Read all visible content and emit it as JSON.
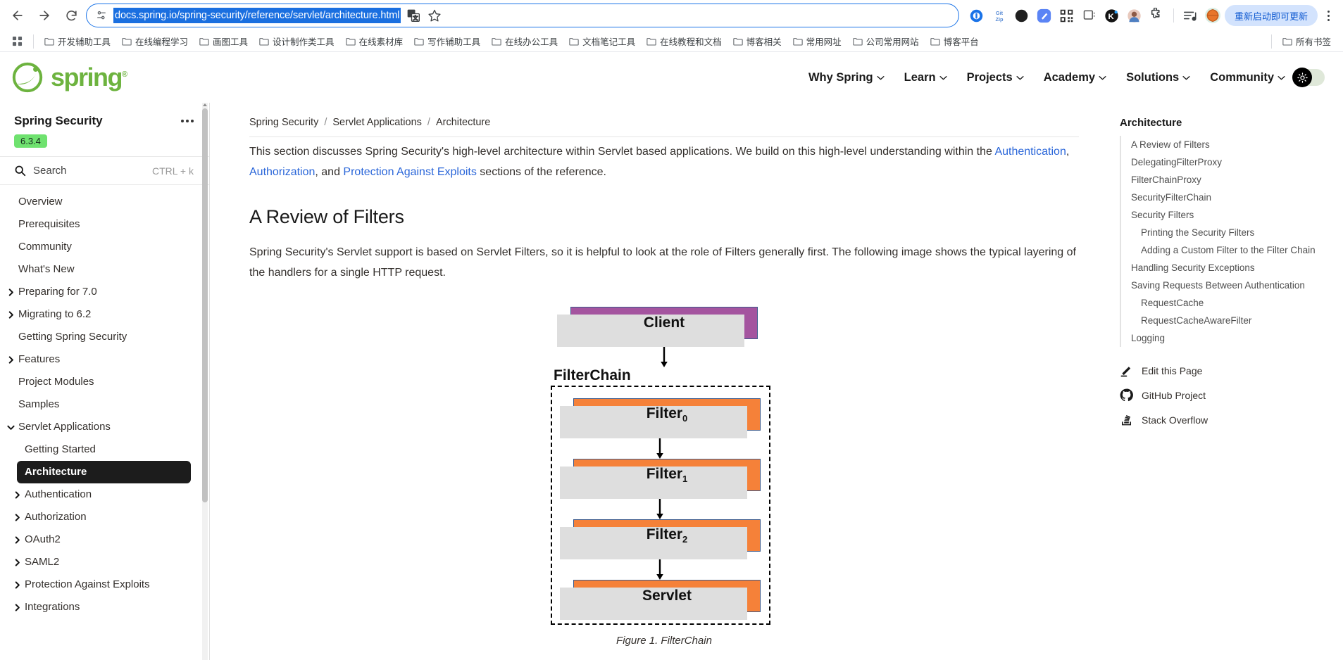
{
  "browser": {
    "back_icon": "back-arrow-icon",
    "forward_icon": "forward-arrow-icon",
    "reload_icon": "reload-icon",
    "site_info_icon": "page-settings-icon",
    "url": "docs.spring.io/spring-security/reference/servlet/architecture.html",
    "translate_icon": "translate-icon",
    "bookmark_icon": "star-icon",
    "extensions": [
      {
        "name": "extension-infinity",
        "glyph": "◉",
        "color": "#1a73e8"
      },
      {
        "name": "extension-gitzip",
        "glyph": "Git\nZip",
        "color": "#5b8dd6"
      },
      {
        "name": "extension-moon",
        "glyph": "◐",
        "color": "#1f1f1f"
      },
      {
        "name": "extension-blue-pen",
        "glyph": "✎",
        "color": "#ffffff"
      },
      {
        "name": "extension-qrcode",
        "glyph": "▤",
        "color": "#2b2b2b"
      },
      {
        "name": "extension-window",
        "glyph": "❐",
        "color": "#555555"
      },
      {
        "name": "extension-k-badge",
        "glyph": "K",
        "color": "#ffffff"
      },
      {
        "name": "extension-avatar",
        "glyph": "◕",
        "color": "#c08b7a"
      },
      {
        "name": "extension-puzzle",
        "glyph": "⬡",
        "color": "#3c4043"
      }
    ],
    "media_icon": "media-list-icon",
    "profile_icon": "profile-avatar-icon",
    "update_button": "重新启动即可更新",
    "menu_icon": "three-dot-menu-icon"
  },
  "bookmarks": {
    "apps_icon": "apps-grid-icon",
    "items": [
      "开发辅助工具",
      "在线编程学习",
      "画图工具",
      "设计制作类工具",
      "在线素材库",
      "写作辅助工具",
      "在线办公工具",
      "文档笔记工具",
      "在线教程和文档",
      "博客相关",
      "常用网址",
      "公司常用网站",
      "博客平台"
    ],
    "all_bookmarks": "所有书签"
  },
  "site_header": {
    "logo_text": "spring",
    "logo_mark": "spring-leaf-icon",
    "nav": [
      "Why Spring",
      "Learn",
      "Projects",
      "Academy",
      "Solutions",
      "Community"
    ],
    "theme_toggle_icon": "sun-theme-toggle-icon"
  },
  "left_nav": {
    "title": "Spring Security",
    "version": "6.3.4",
    "more_icon": "ellipsis-icon",
    "search_placeholder": "Search",
    "search_shortcut": "CTRL + k",
    "items": [
      {
        "label": "Overview",
        "level": 1,
        "expandable": false,
        "active": false
      },
      {
        "label": "Prerequisites",
        "level": 1,
        "expandable": false,
        "active": false
      },
      {
        "label": "Community",
        "level": 1,
        "expandable": false,
        "active": false
      },
      {
        "label": "What's New",
        "level": 1,
        "expandable": false,
        "active": false
      },
      {
        "label": "Preparing for 7.0",
        "level": 1,
        "expandable": true,
        "expanded": false,
        "active": false
      },
      {
        "label": "Migrating to 6.2",
        "level": 1,
        "expandable": true,
        "expanded": false,
        "active": false
      },
      {
        "label": "Getting Spring Security",
        "level": 1,
        "expandable": false,
        "active": false
      },
      {
        "label": "Features",
        "level": 1,
        "expandable": true,
        "expanded": false,
        "active": false
      },
      {
        "label": "Project Modules",
        "level": 1,
        "expandable": false,
        "active": false
      },
      {
        "label": "Samples",
        "level": 1,
        "expandable": false,
        "active": false
      },
      {
        "label": "Servlet Applications",
        "level": 1,
        "expandable": true,
        "expanded": true,
        "active": false
      },
      {
        "label": "Getting Started",
        "level": 2,
        "expandable": false,
        "active": false
      },
      {
        "label": "Architecture",
        "level": 2,
        "expandable": false,
        "active": true
      },
      {
        "label": "Authentication",
        "level": 2,
        "expandable": true,
        "expanded": false,
        "active": false
      },
      {
        "label": "Authorization",
        "level": 2,
        "expandable": true,
        "expanded": false,
        "active": false
      },
      {
        "label": "OAuth2",
        "level": 2,
        "expandable": true,
        "expanded": false,
        "active": false
      },
      {
        "label": "SAML2",
        "level": 2,
        "expandable": true,
        "expanded": false,
        "active": false
      },
      {
        "label": "Protection Against Exploits",
        "level": 2,
        "expandable": true,
        "expanded": false,
        "active": false
      },
      {
        "label": "Integrations",
        "level": 2,
        "expandable": true,
        "expanded": false,
        "active": false
      }
    ]
  },
  "main": {
    "breadcrumb": [
      "Spring Security",
      "Servlet Applications",
      "Architecture"
    ],
    "breadcrumb_sep": "/",
    "intro_pre": "This section discusses Spring Security's high-level architecture within Servlet based applications. We build on this high-level understanding within the ",
    "intro_link1": "Authentication",
    "intro_mid1": ", ",
    "intro_link2": "Authorization",
    "intro_mid2": ", and ",
    "intro_link3": "Protection Against Exploits",
    "intro_post": " sections of the reference.",
    "heading": "A Review of Filters",
    "paragraph": "Spring Security's Servlet support is based on Servlet Filters, so it is helpful to look at the role of Filters generally first. The following image shows the typical layering of the handlers for a single HTTP request.",
    "figure": {
      "client_label": "Client",
      "chain_label": "FilterChain",
      "filters": [
        {
          "name": "Filter",
          "index": "0"
        },
        {
          "name": "Filter",
          "index": "1"
        },
        {
          "name": "Filter",
          "index": "2"
        }
      ],
      "servlet_label": "Servlet",
      "caption": "Figure 1. FilterChain",
      "client_color": "#a4549f",
      "filter_color": "#f58139",
      "shadow_color": "#dedede"
    }
  },
  "toc": {
    "title": "Architecture",
    "items": [
      {
        "label": "A Review of Filters",
        "sub": false
      },
      {
        "label": "DelegatingFilterProxy",
        "sub": false
      },
      {
        "label": "FilterChainProxy",
        "sub": false
      },
      {
        "label": "SecurityFilterChain",
        "sub": false
      },
      {
        "label": "Security Filters",
        "sub": false
      },
      {
        "label": "Printing the Security Filters",
        "sub": true
      },
      {
        "label": "Adding a Custom Filter to the Filter Chain",
        "sub": true
      },
      {
        "label": "Handling Security Exceptions",
        "sub": false
      },
      {
        "label": "Saving Requests Between Authentication",
        "sub": false
      },
      {
        "label": "RequestCache",
        "sub": true
      },
      {
        "label": "RequestCacheAwareFilter",
        "sub": true
      },
      {
        "label": "Logging",
        "sub": false
      }
    ],
    "links": [
      {
        "label": "Edit this Page",
        "icon": "pencil-icon"
      },
      {
        "label": "GitHub Project",
        "icon": "github-icon"
      },
      {
        "label": "Stack Overflow",
        "icon": "stack-overflow-icon"
      }
    ]
  }
}
